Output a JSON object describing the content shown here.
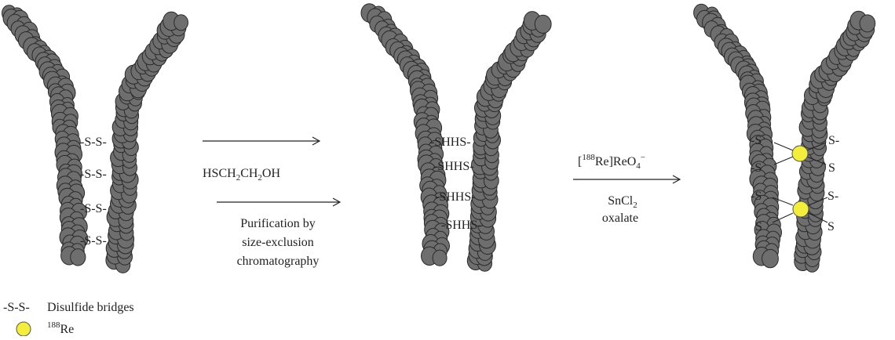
{
  "colors": {
    "bead_fill": "#6e6e6e",
    "bead_stroke": "#2a2a2a",
    "rhenium_fill": "#f2ee3a",
    "rhenium_stroke": "#555555",
    "text": "#222222"
  },
  "stage1": {
    "bridges": [
      "-S-S-",
      "-S-S-",
      "-S-S-",
      "-S-S-"
    ]
  },
  "step1": {
    "reagent_parts": [
      "HSCH",
      "2",
      "CH",
      "2",
      "OH"
    ],
    "purification_lines": [
      "Purification by",
      "size-exclusion",
      "chromatography"
    ]
  },
  "stage2": {
    "thiols": [
      "-SHHS-",
      "-SHHS-",
      "-SHHS-",
      "-SHHS-"
    ]
  },
  "step2": {
    "reagent_open": "[",
    "reagent_isotope": "188",
    "reagent_mid": "Re]ReO",
    "reagent_sub": "4",
    "reagent_charge": "−",
    "reductant": "SnCl",
    "reductant_sub": "2",
    "ligand": "oxalate"
  },
  "stage3": {
    "sulfur_label": "S",
    "sulfur_left_upper": "-S",
    "sulfur_right_upper": "S-",
    "sulfur_left_lower": "S",
    "sulfur_right_lower": "S"
  },
  "legend": {
    "bridge_symbol": "-S-S-",
    "bridge_text": "Disulfide bridges",
    "rhenium_isotope": "188",
    "rhenium_symbol": "Re"
  }
}
